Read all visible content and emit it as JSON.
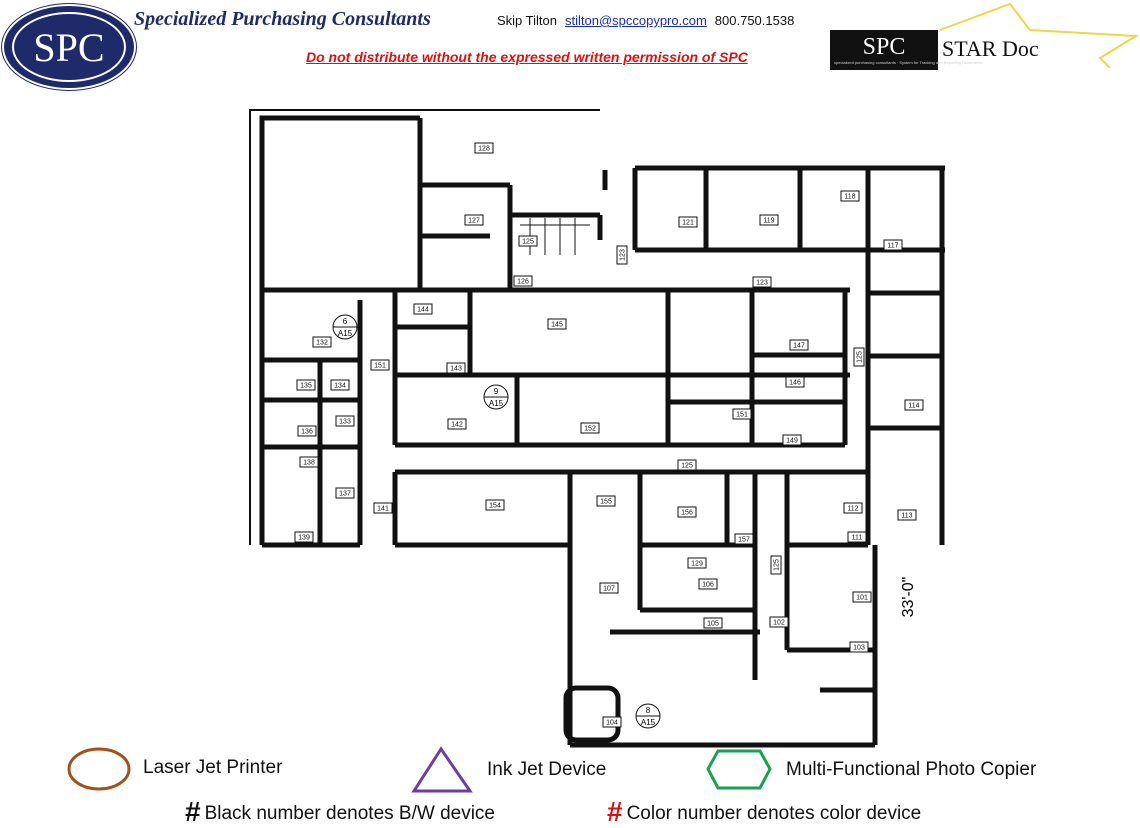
{
  "header": {
    "logo_text": "SPC",
    "company": "Specialized Purchasing Consultants",
    "contact_name": "Skip Tilton",
    "contact_email": "stilton@spccopypro.com",
    "contact_phone": "800.750.1538",
    "warning": "Do not distribute without the expressed written permission of SPC",
    "stardoc_logo": "SPC",
    "stardoc_title": "STAR Doc",
    "stardoc_sub": "specialized purchasing consultants · System for Tracking and Reporting Documents"
  },
  "plan": {
    "dimension": "33'-0\"",
    "markers": [
      {
        "num": "6",
        "sheet": "A15"
      },
      {
        "num": "9",
        "sheet": "A15"
      },
      {
        "num": "8",
        "sheet": "A15"
      }
    ],
    "rooms": [
      "128",
      "127",
      "125",
      "126",
      "121",
      "119",
      "118",
      "117",
      "123",
      "123",
      "144",
      "145",
      "132",
      "151",
      "143",
      "135",
      "134",
      "142",
      "152",
      "136",
      "133",
      "138",
      "137",
      "141",
      "154",
      "139",
      "147",
      "146",
      "151",
      "149",
      "125",
      "114",
      "125",
      "155",
      "156",
      "157",
      "112",
      "113",
      "125",
      "107",
      "106",
      "111",
      "129",
      "101",
      "105",
      "102",
      "103",
      "104"
    ]
  },
  "legend": {
    "laser": "Laser Jet Printer",
    "inkjet": "Ink Jet Device",
    "mfp": "Multi-Functional Photo Copier",
    "bw_symbol": "#",
    "bw_note": "Black number denotes B/W device",
    "color_symbol": "#",
    "color_note": "Color number denotes color device",
    "colors": {
      "laser": "#a0521c",
      "inkjet": "#6a3fa0",
      "mfp": "#1aa055",
      "color_num": "#e01010"
    }
  }
}
